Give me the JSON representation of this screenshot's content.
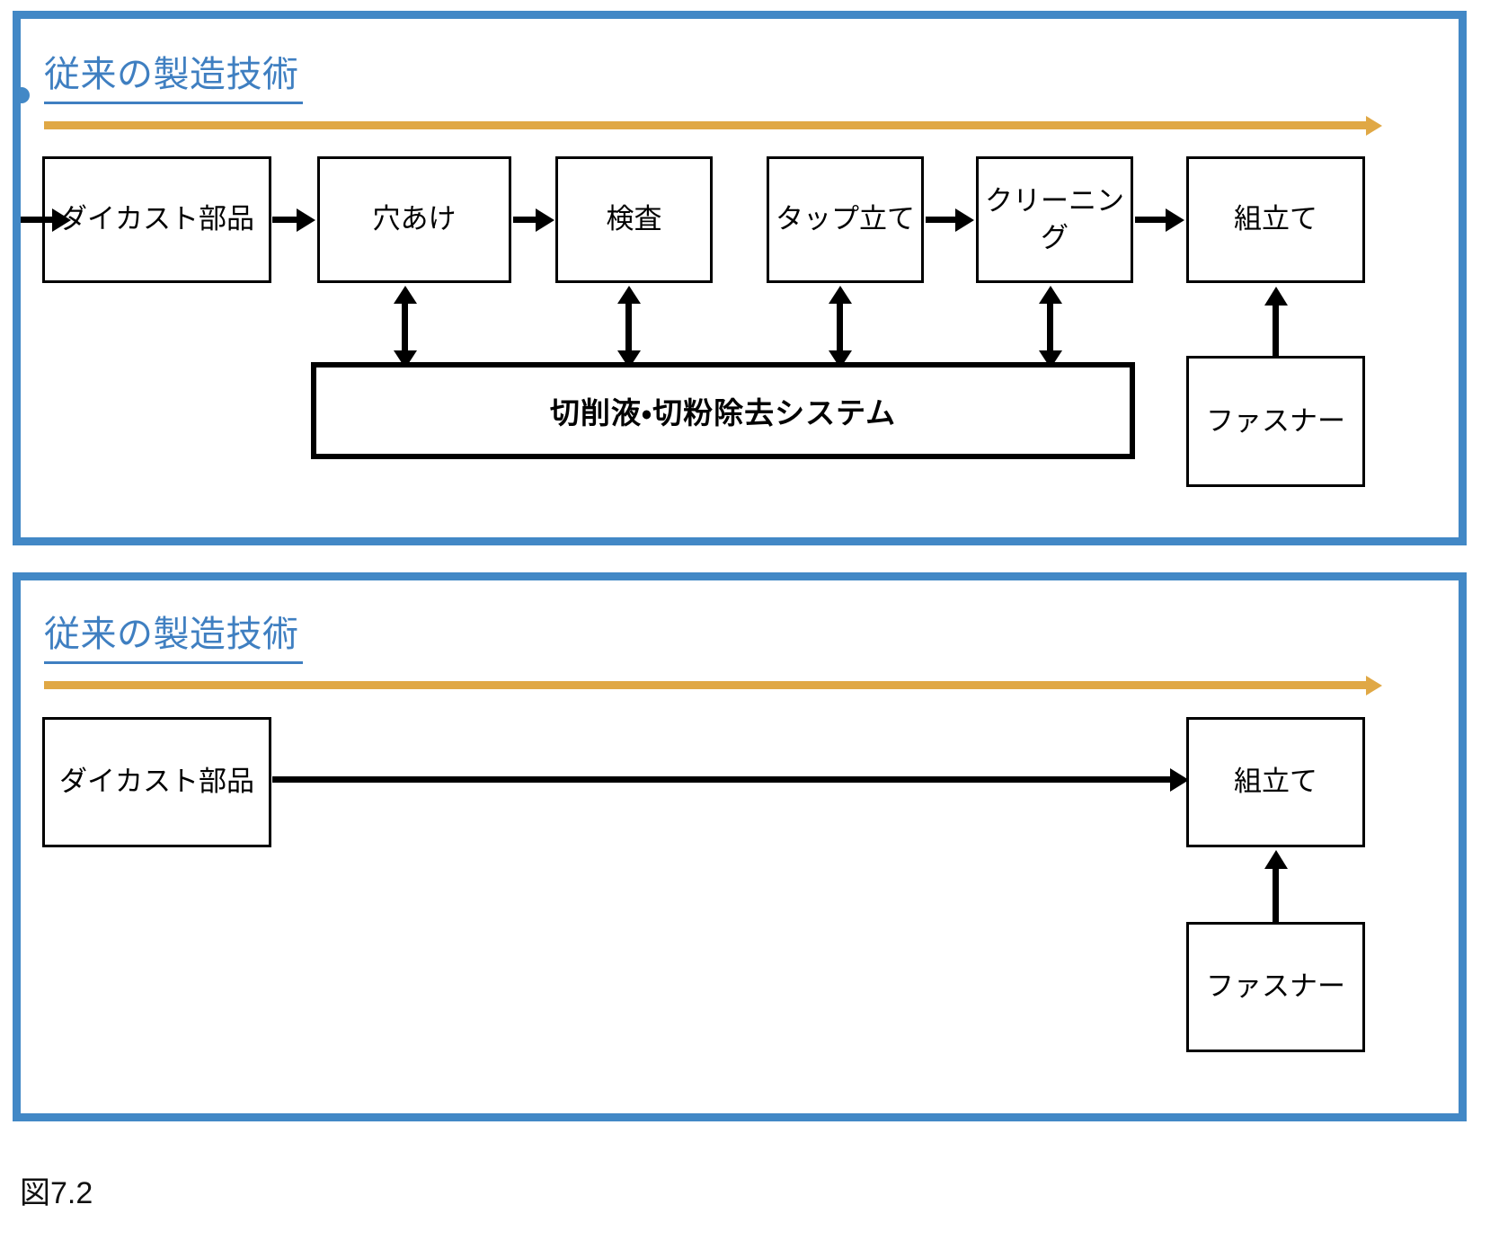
{
  "figure": {
    "caption": "図7.2",
    "colors": {
      "panel_border": "#4288C6",
      "title_text": "#3F7FC1",
      "title_underline": "#3F7FC1",
      "timeline_arrow": "#E0A845",
      "box_border": "#000000",
      "box_fill": "#FFFFFF",
      "flow_arrow": "#000000"
    }
  },
  "panels": [
    {
      "id": "conventional-process-detailed",
      "title": "従来の製造技術",
      "timeline_arrow": "time-flow-arrow",
      "process_boxes": [
        {
          "id": "die-cast-part",
          "label": "ダイカスト部品"
        },
        {
          "id": "drilling",
          "label": "穴あけ"
        },
        {
          "id": "inspection",
          "label": "検査"
        },
        {
          "id": "tapping",
          "label": "タップ立て"
        },
        {
          "id": "cleaning",
          "label": "クリーニング"
        },
        {
          "id": "assembly",
          "label": "組立て"
        }
      ],
      "support_system": {
        "id": "chip-removal-system",
        "label": "切削液・切粉除去システム"
      },
      "input_box": {
        "id": "fastener",
        "label": "ファスナー"
      },
      "connections": [
        {
          "from": "die-cast-part",
          "to": "drilling",
          "type": "arrow-right"
        },
        {
          "from": "drilling",
          "to": "inspection",
          "type": "arrow-right"
        },
        {
          "from": "inspection",
          "to": "tapping",
          "type": "arrow-right"
        },
        {
          "from": "tapping",
          "to": "cleaning",
          "type": "arrow-right"
        },
        {
          "from": "cleaning",
          "to": "assembly",
          "type": "arrow-right"
        },
        {
          "from": "drilling",
          "to": "chip-removal-system",
          "type": "arrow-bidirectional"
        },
        {
          "from": "inspection",
          "to": "chip-removal-system",
          "type": "arrow-bidirectional"
        },
        {
          "from": "tapping",
          "to": "chip-removal-system",
          "type": "arrow-bidirectional"
        },
        {
          "from": "cleaning",
          "to": "chip-removal-system",
          "type": "arrow-bidirectional"
        },
        {
          "from": "fastener",
          "to": "assembly",
          "type": "arrow-up"
        }
      ]
    },
    {
      "id": "conventional-process-simplified",
      "title": "従来の製造技術",
      "timeline_arrow": "time-flow-arrow",
      "process_boxes": [
        {
          "id": "die-cast-part",
          "label": "ダイカスト部品"
        },
        {
          "id": "assembly",
          "label": "組立て"
        }
      ],
      "input_box": {
        "id": "fastener",
        "label": "ファスナー"
      },
      "connections": [
        {
          "from": "die-cast-part",
          "to": "assembly",
          "type": "arrow-right"
        },
        {
          "from": "fastener",
          "to": "assembly",
          "type": "arrow-up"
        }
      ]
    }
  ]
}
